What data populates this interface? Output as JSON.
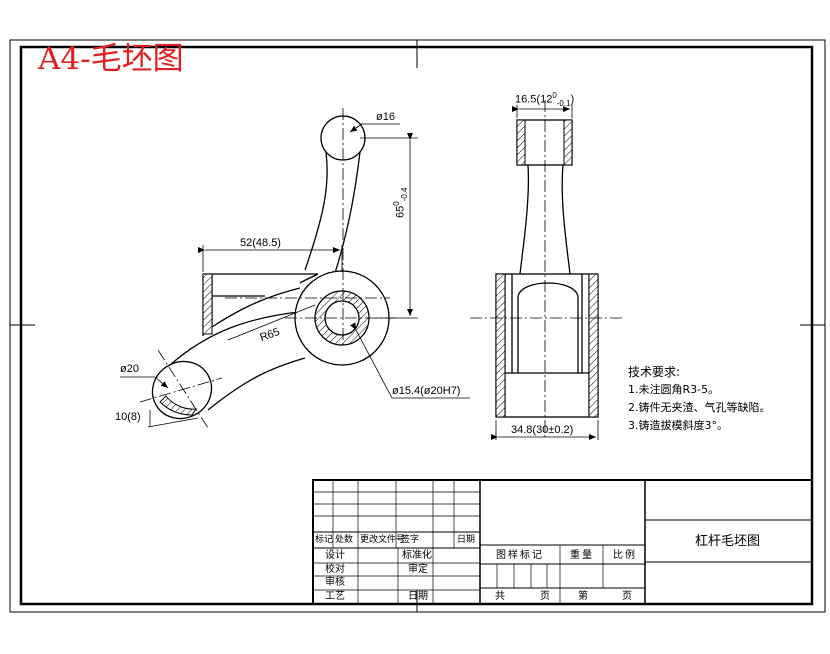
{
  "header": {
    "sheet_caption": "A4-毛坯图"
  },
  "dimensions": {
    "boss_dia": "ø16",
    "height": "65",
    "height_tol": "0",
    "height_tol_low": "-0.4",
    "horizontal": "52(48.5)",
    "radius": "R65",
    "end_dia": "ø20",
    "end_thickness": "10(8)",
    "bore": "ø15.4(ø20H7)",
    "top_width": "16.5(12",
    "top_width_tol": "0",
    "top_width_tol_low": "-0.1",
    "top_width_close": ")",
    "bottom_width": "34.8(30±0.2)"
  },
  "notes": {
    "heading": "技术要求:",
    "items": [
      "1.未注圆角R3-5。",
      "2.铸件无夹渣、气孔等缺陷。",
      "3.铸造拔模斜度3°。"
    ]
  },
  "title_block": {
    "part_name": "杠杆毛坯图",
    "row_labels": [
      "标记",
      "处数",
      "更改文件号",
      "签字",
      "日期"
    ],
    "left_labels": [
      "设计",
      "校对",
      "审核",
      "工艺"
    ],
    "mid_labels": [
      "标准化",
      "审定",
      "日期"
    ],
    "sign_labels": [
      "图样标记",
      "重量",
      "比例"
    ],
    "page_labels": [
      "共",
      "页",
      "第",
      "页"
    ]
  }
}
